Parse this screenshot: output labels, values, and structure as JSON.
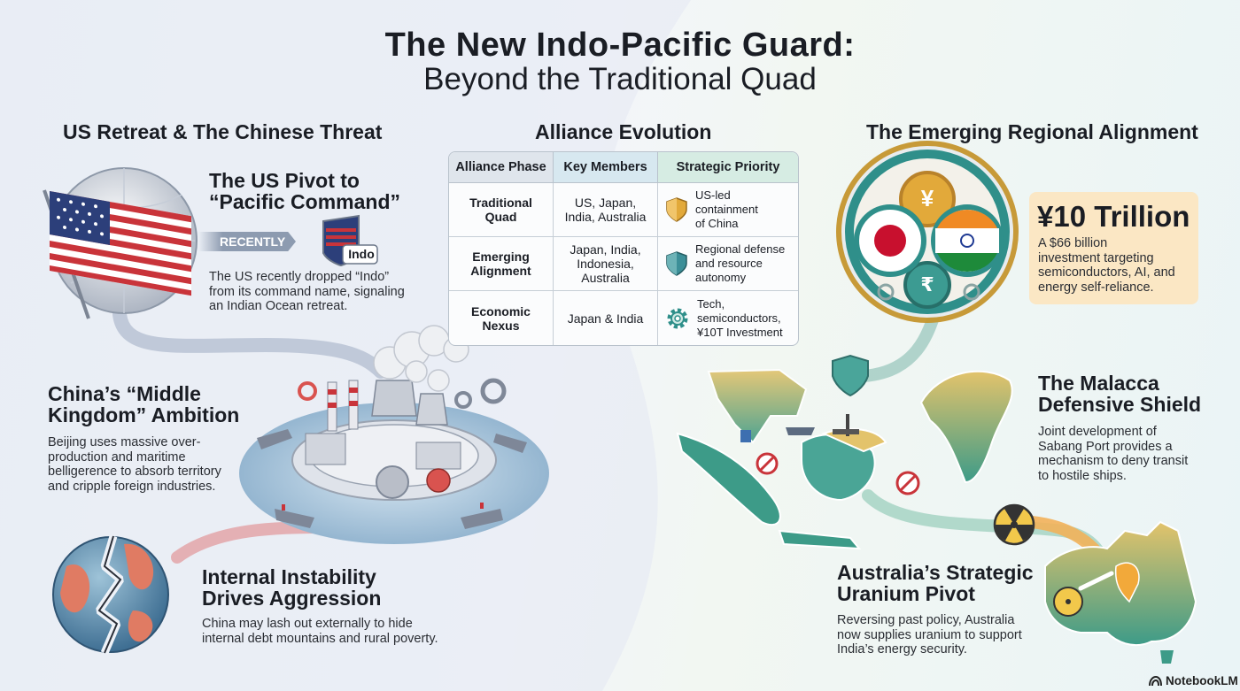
{
  "title": {
    "line1": "The New Indo-Pacific Guard:",
    "line2": "Beyond the Traditional Quad"
  },
  "sections": {
    "left": "US Retreat & The Chinese Threat",
    "middle": "Alliance Evolution",
    "right": "The Emerging Regional Alignment"
  },
  "us_pivot": {
    "heading_line1": "The US Pivot to",
    "heading_line2": "“Pacific Command”",
    "arrow_label": "RECENTLY",
    "badge_label": "Indo",
    "body": [
      "The US recently dropped “Indo”",
      "from its command name, signaling",
      "an Indian Ocean retreat."
    ]
  },
  "china": {
    "heading_line1": "China’s “Middle",
    "heading_line2": "Kingdom” Ambition",
    "body": [
      "Beijing uses massive over-",
      "production and maritime",
      "belligerence to absorb territory",
      "and cripple foreign industries."
    ]
  },
  "instability": {
    "heading_line1": "Internal Instability",
    "heading_line2": "Drives Aggression",
    "body": [
      "China may lash out externally to hide",
      "internal debt mountains and rural poverty."
    ]
  },
  "alliance_table": {
    "headers": [
      "Alliance Phase",
      "Key Members",
      "Strategic Priority"
    ],
    "rows": [
      {
        "phase": [
          "Traditional",
          "Quad"
        ],
        "members": [
          "US, Japan,",
          "India, Australia"
        ],
        "priority": [
          "US-led",
          "containment",
          "of China"
        ],
        "icon": "shield-gold-icon"
      },
      {
        "phase": [
          "Emerging",
          "Alignment"
        ],
        "members": [
          "Japan, India,",
          "Indonesia,",
          "Australia"
        ],
        "priority": [
          "Regional defense",
          "and resource",
          "autonomy"
        ],
        "icon": "shield-teal-icon"
      },
      {
        "phase": [
          "Economic",
          "Nexus"
        ],
        "members": [
          "Japan & India"
        ],
        "priority": [
          "Tech,",
          "semiconductors,",
          "¥10T Investment"
        ],
        "icon": "gear-icon"
      }
    ]
  },
  "investment": {
    "amount": "¥10 Trillion",
    "body": [
      "A $66 billion",
      "investment targeting",
      "semiconductors, AI, and",
      "energy self-reliance."
    ],
    "coin_symbols": {
      "yen": "¥",
      "rupee": "₹"
    }
  },
  "malacca": {
    "heading_line1": "The Malacca",
    "heading_line2": "Defensive Shield",
    "body": [
      "Joint development of",
      "Sabang Port provides a",
      "mechanism to deny transit",
      "to hostile ships."
    ]
  },
  "uranium": {
    "heading_line1": "Australia’s Strategic",
    "heading_line2": "Uranium Pivot",
    "body": [
      "Reversing past policy, Australia",
      "now supplies uranium to support",
      "India’s energy security."
    ]
  },
  "brand": "NotebookLM",
  "colors": {
    "text": "#1a1d24",
    "teal": "#2f8f8a",
    "gold": "#e2a93a",
    "card": "#fbe7c4",
    "flag_red": "#c9343a",
    "flag_blue": "#2c3f7a"
  }
}
